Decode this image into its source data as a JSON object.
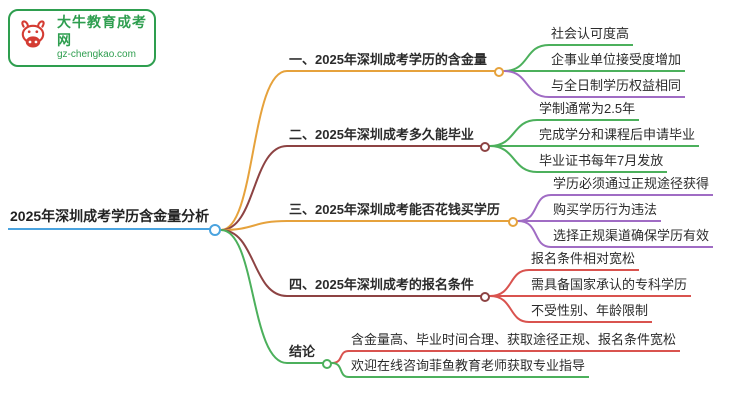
{
  "logo": {
    "title": "大牛教育成考网",
    "subtitle": "gz-chengkao.com"
  },
  "root": {
    "label": "2025年深圳成考学历含金量分析"
  },
  "branches": [
    {
      "label": "一、2025年深圳成考学历的含金量",
      "color": "#e6a23c",
      "children": [
        {
          "text": "社会认可度高",
          "color": "#4cb05c"
        },
        {
          "text": "企事业单位接受度增加",
          "color": "#4cb05c"
        },
        {
          "text": "与全日制学历权益相同",
          "color": "#a06cc4"
        }
      ]
    },
    {
      "label": "二、2025年深圳成考多久能毕业",
      "color": "#8d4343",
      "children": [
        {
          "text": "学制通常为2.5年",
          "color": "#4cb05c"
        },
        {
          "text": "完成学分和课程后申请毕业",
          "color": "#4cb05c"
        },
        {
          "text": "毕业证书每年7月发放",
          "color": "#4cb05c"
        }
      ]
    },
    {
      "label": "三、2025年深圳成考能否花钱买学历",
      "color": "#e6a23c",
      "children": [
        {
          "text": "学历必须通过正规途径获得",
          "color": "#a06cc4"
        },
        {
          "text": "购买学历行为违法",
          "color": "#a06cc4"
        },
        {
          "text": "选择正规渠道确保学历有效",
          "color": "#a06cc4"
        }
      ]
    },
    {
      "label": "四、2025年深圳成考的报名条件",
      "color": "#8d4343",
      "children": [
        {
          "text": "报名条件相对宽松",
          "color": "#d9534f"
        },
        {
          "text": "需具备国家承认的专科学历",
          "color": "#d9534f"
        },
        {
          "text": "不受性别、年龄限制",
          "color": "#d9534f"
        }
      ]
    },
    {
      "label": "结论",
      "color": "#4cb05c",
      "children": [
        {
          "text": "含金量高、毕业时间合理、获取途径正规、报名条件宽松",
          "color": "#d9534f"
        },
        {
          "text": "欢迎在线咨询菲鱼教育老师获取专业指导",
          "color": "#4cb05c"
        }
      ]
    }
  ],
  "colors": {
    "root_underline": "#4aa3df",
    "orange": "#e6a23c",
    "maroon": "#8d4343",
    "green": "#4cb05c",
    "purple": "#a06cc4",
    "red": "#d9534f",
    "logo_green": "#2e9e4f",
    "logo_red": "#d43c33"
  }
}
